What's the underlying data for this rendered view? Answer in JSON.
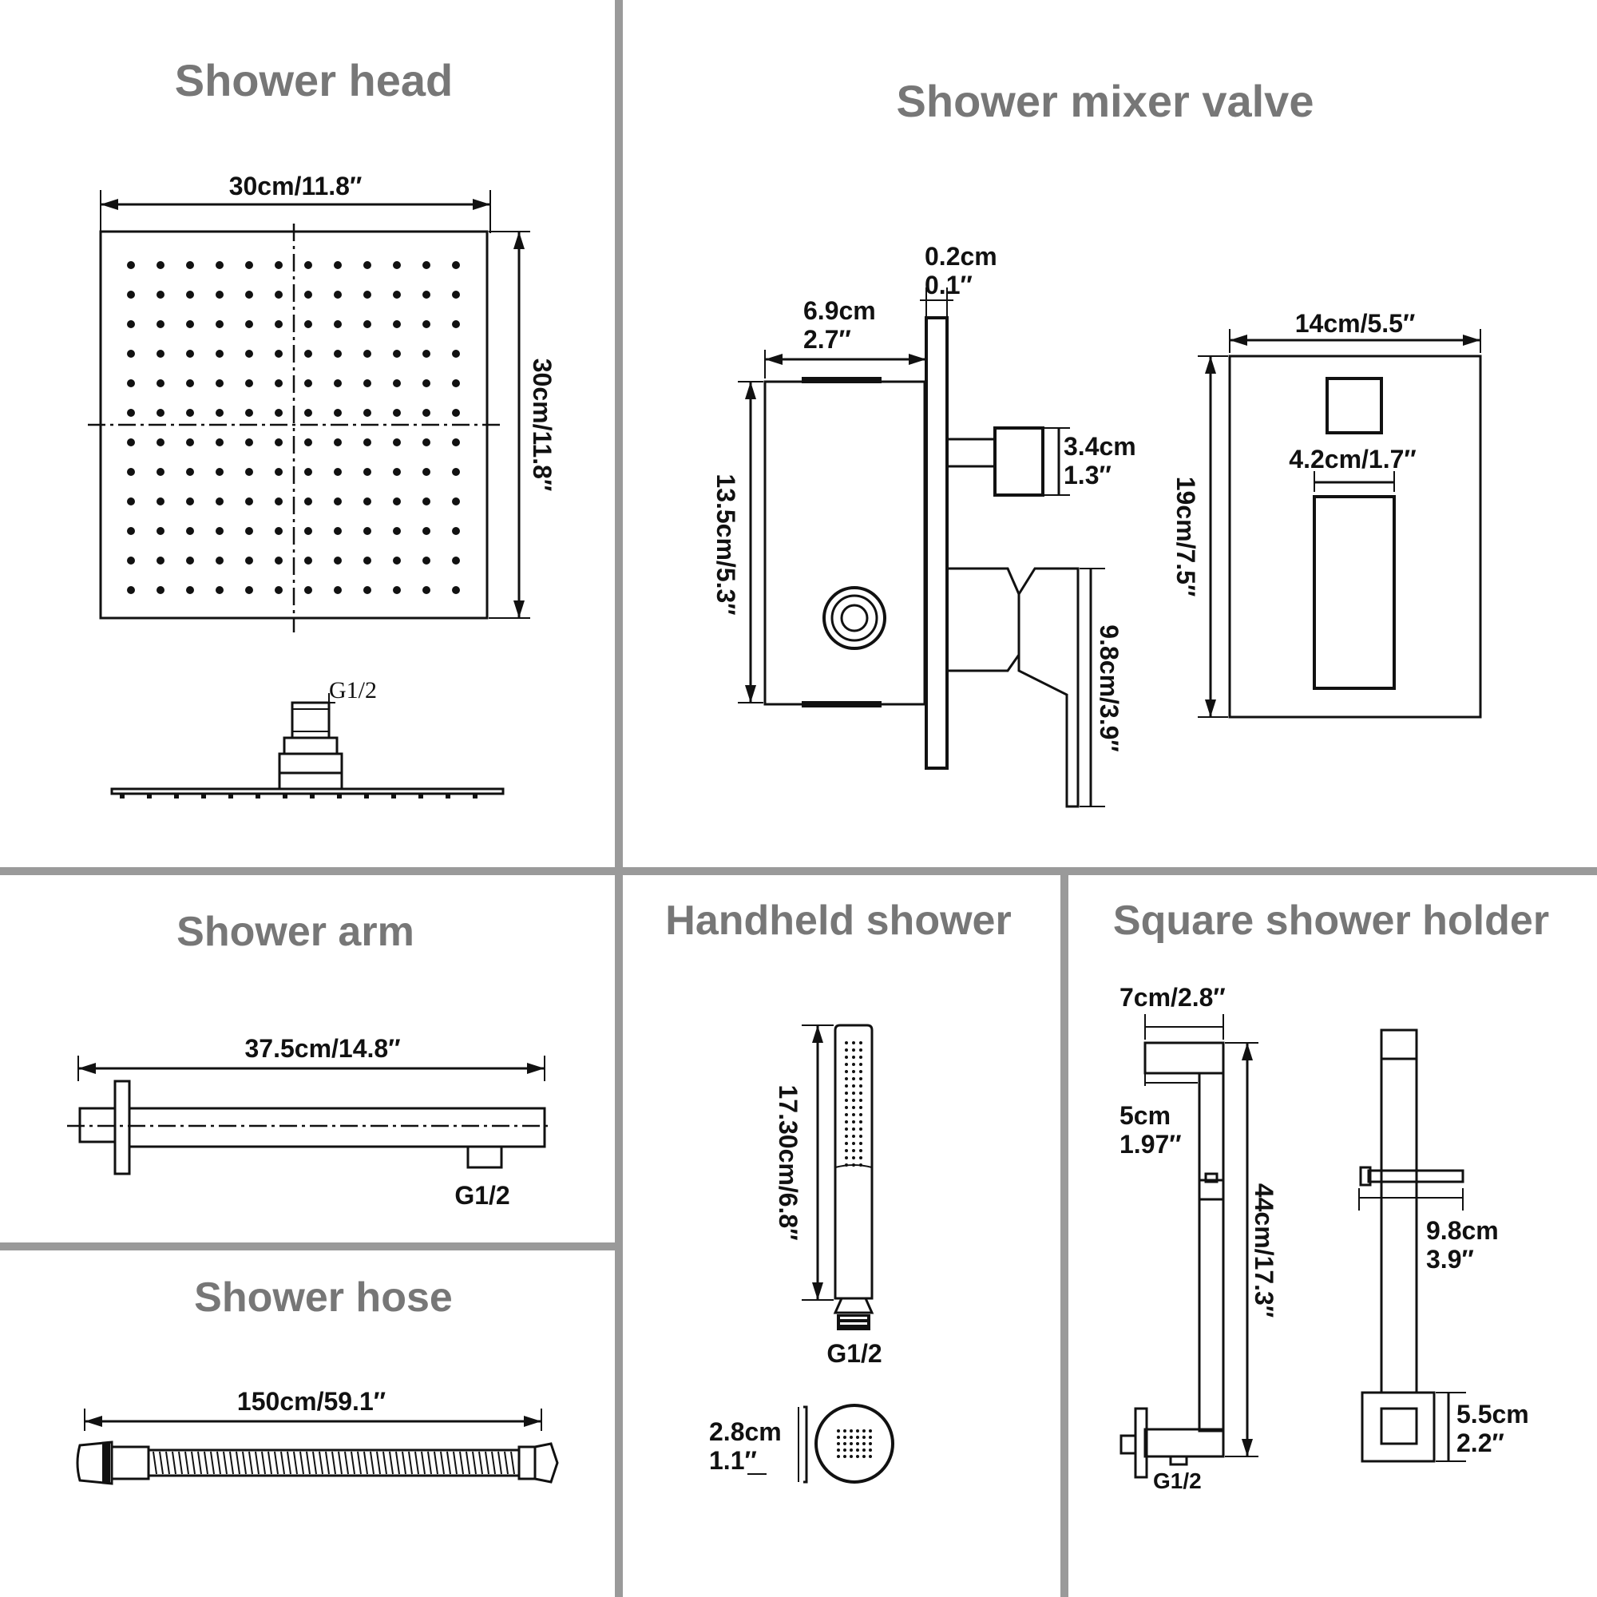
{
  "colors": {
    "divider": "#9a9a9a",
    "title": "#777777",
    "ink": "#111111",
    "background": "#ffffff"
  },
  "panels": {
    "shower_head": {
      "title": "Shower head",
      "width_label": "30cm/11.8″",
      "height_label": "30cm/11.8″",
      "thread_label": "G1/2"
    },
    "mixer_valve": {
      "title": "Shower mixer valve",
      "plate_thickness": [
        "0.2cm",
        "0.1″"
      ],
      "body_depth": [
        "6.9cm",
        "2.7″"
      ],
      "body_height": "13.5cm/5.3″",
      "outlet_size": [
        "3.4cm",
        "1.3″"
      ],
      "handle_height": "9.8cm/3.9″",
      "plate_width": "14cm/5.5″",
      "plate_height": "19cm/7.5″",
      "handle_width": "4.2cm/1.7″"
    },
    "shower_arm": {
      "title": "Shower arm",
      "length_label": "37.5cm/14.8″",
      "thread_label": "G1/2"
    },
    "shower_hose": {
      "title": "Shower hose",
      "length_label": "150cm/59.1″"
    },
    "handheld_shower": {
      "title": "Handheld shower",
      "length_label": "17.30cm/6.8″",
      "thread_label": "G1/2",
      "diameter": [
        "2.8cm",
        "1.1″"
      ]
    },
    "shower_holder": {
      "title": "Square shower holder",
      "top_width": "7cm/2.8″",
      "top_depth": [
        "5cm",
        "1.97″"
      ],
      "height_label": "44cm/17.3″",
      "thread_label": "G1/2",
      "slider_width": [
        "9.8cm",
        "3.9″"
      ],
      "base_height": [
        "5.5cm",
        "2.2″"
      ]
    }
  }
}
